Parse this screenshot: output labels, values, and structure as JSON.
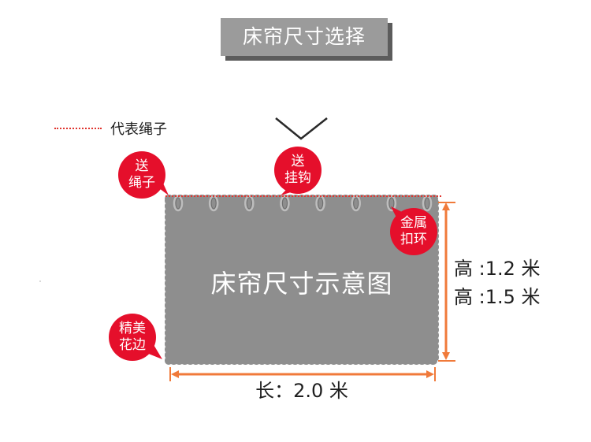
{
  "title": "床帘尺寸选择",
  "legend": {
    "label": "代表绳子"
  },
  "curtain": {
    "label": "床帘尺寸示意图",
    "hook_count": 8
  },
  "badges": {
    "rope": [
      "送",
      "绳子"
    ],
    "hooks": [
      "送",
      "挂钩"
    ],
    "rings": [
      "金属",
      "扣环"
    ],
    "lace": [
      "精美",
      "花边"
    ]
  },
  "dimensions": {
    "height_1": "高 :1.2 米",
    "height_2": "高 :1.5 米",
    "length": "长：2.0 米"
  },
  "colors": {
    "title_bg": "#9b9b9b",
    "title_shadow": "#5c5c5c",
    "curtain_fill": "#8e8e8e",
    "badge_red": "#e50f2b",
    "rope_red": "#e0352f",
    "arrow_orange": "#f07a3a"
  },
  "icons": {
    "caret": "chevron-down-icon",
    "hook": "ring-hook-icon"
  }
}
